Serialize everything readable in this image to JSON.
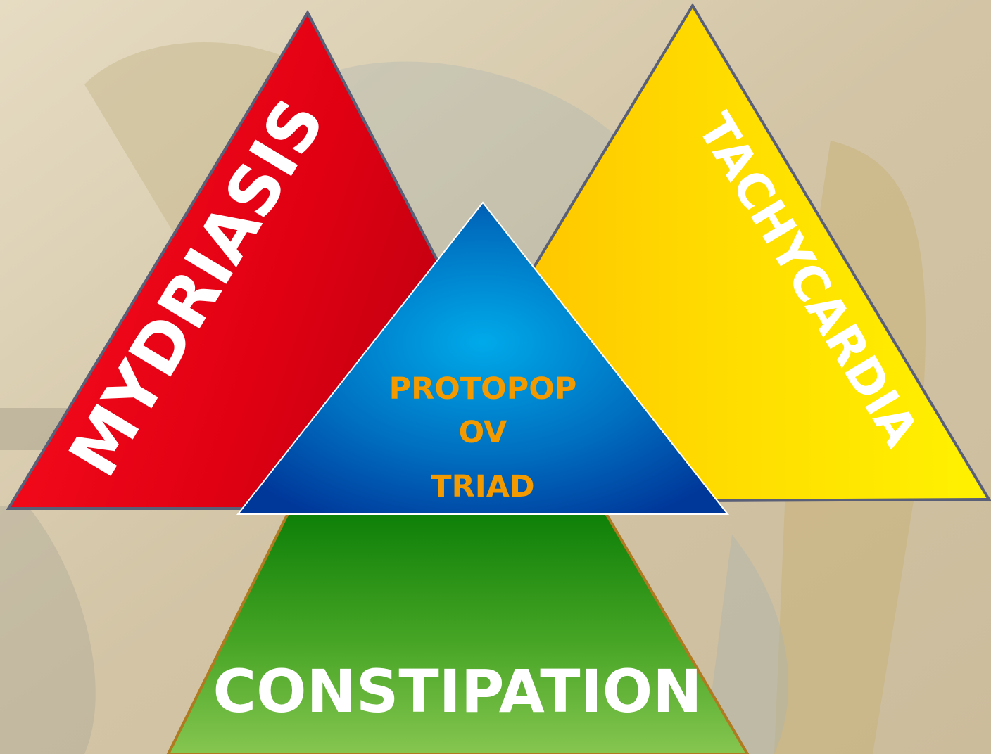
{
  "diagram": {
    "center": {
      "line1": "PROTOPOP",
      "line2": "OV",
      "line3": "TRIAD",
      "text_color": "#f29a00"
    },
    "left": {
      "label": "MYDRIASIS",
      "color": "#d80010"
    },
    "right": {
      "label": "TACHYCARDIA",
      "color": "#ffd200"
    },
    "bottom": {
      "label": "CONSTIPATION",
      "color": "#3f9a20"
    },
    "label_color": "#ffffff"
  }
}
